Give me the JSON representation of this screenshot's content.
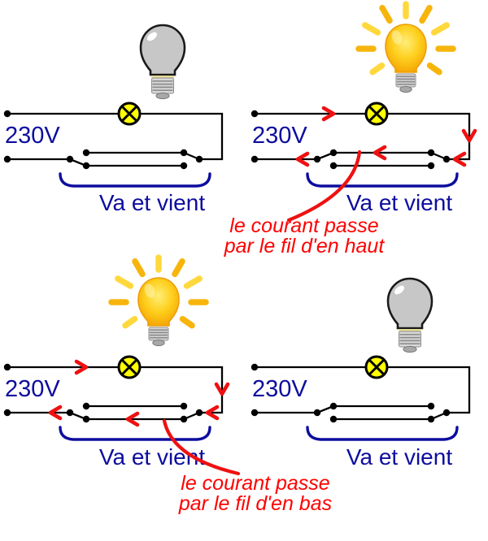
{
  "figure": {
    "description": "Va et vient two-way lighting circuit, four states",
    "colors": {
      "navy": "#0d0d9e",
      "red": "#ee1111",
      "text_red": "#ff0000",
      "wire": "#000000",
      "lamp_yellow": "#ffff00",
      "bulb_gray": "#c7c7c7",
      "bulb_on_center": "#ffee79",
      "bulb_on_mid": "#fecf1d",
      "bulb_on_edge": "#f39c00",
      "ray_gold": "#f7b50c",
      "ray_light": "#ffd83d"
    }
  },
  "panels": [
    {
      "id": "top-left",
      "voltage_label": "230V",
      "brace_label": "Va et vient",
      "bulb_state": "off",
      "left_switch_position": "bottom",
      "right_switch_position": "top",
      "current_arrows": false,
      "current_wire": null,
      "annotation_line1": null,
      "annotation_line2": null
    },
    {
      "id": "top-right",
      "voltage_label": "230V",
      "brace_label": "Va et vient",
      "bulb_state": "on",
      "left_switch_position": "top",
      "right_switch_position": "top",
      "current_arrows": true,
      "current_wire": "haut",
      "annotation_line1": "le courant passe",
      "annotation_line2": "par le fil d'en haut"
    },
    {
      "id": "bottom-left",
      "voltage_label": "230V",
      "brace_label": "Va et vient",
      "bulb_state": "on",
      "left_switch_position": "bottom",
      "right_switch_position": "bottom",
      "current_arrows": true,
      "current_wire": "bas",
      "annotation_line1": "le courant passe",
      "annotation_line2": "par le fil d'en bas"
    },
    {
      "id": "bottom-right",
      "voltage_label": "230V",
      "brace_label": "Va et vient",
      "bulb_state": "off",
      "left_switch_position": "top",
      "right_switch_position": "bottom",
      "current_arrows": false,
      "current_wire": null,
      "annotation_line1": null,
      "annotation_line2": null
    }
  ]
}
